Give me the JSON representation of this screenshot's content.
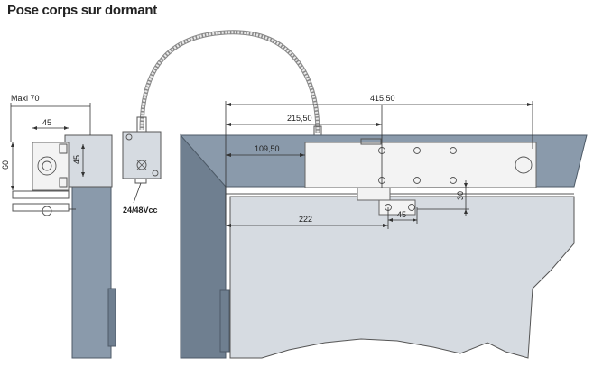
{
  "title": "Pose corps sur dormant",
  "side_view": {
    "maxi_label": "Maxi 70",
    "dim_45_top": "45",
    "dim_60": "60",
    "dim_45_vertical": "45"
  },
  "power_box": {
    "voltage_label": "24/48Vcc"
  },
  "front_view": {
    "dim_415": "415,50",
    "dim_215": "215,50",
    "dim_109": "109,50",
    "dim_222": "222",
    "dim_45": "45",
    "dim_30": "30"
  }
}
